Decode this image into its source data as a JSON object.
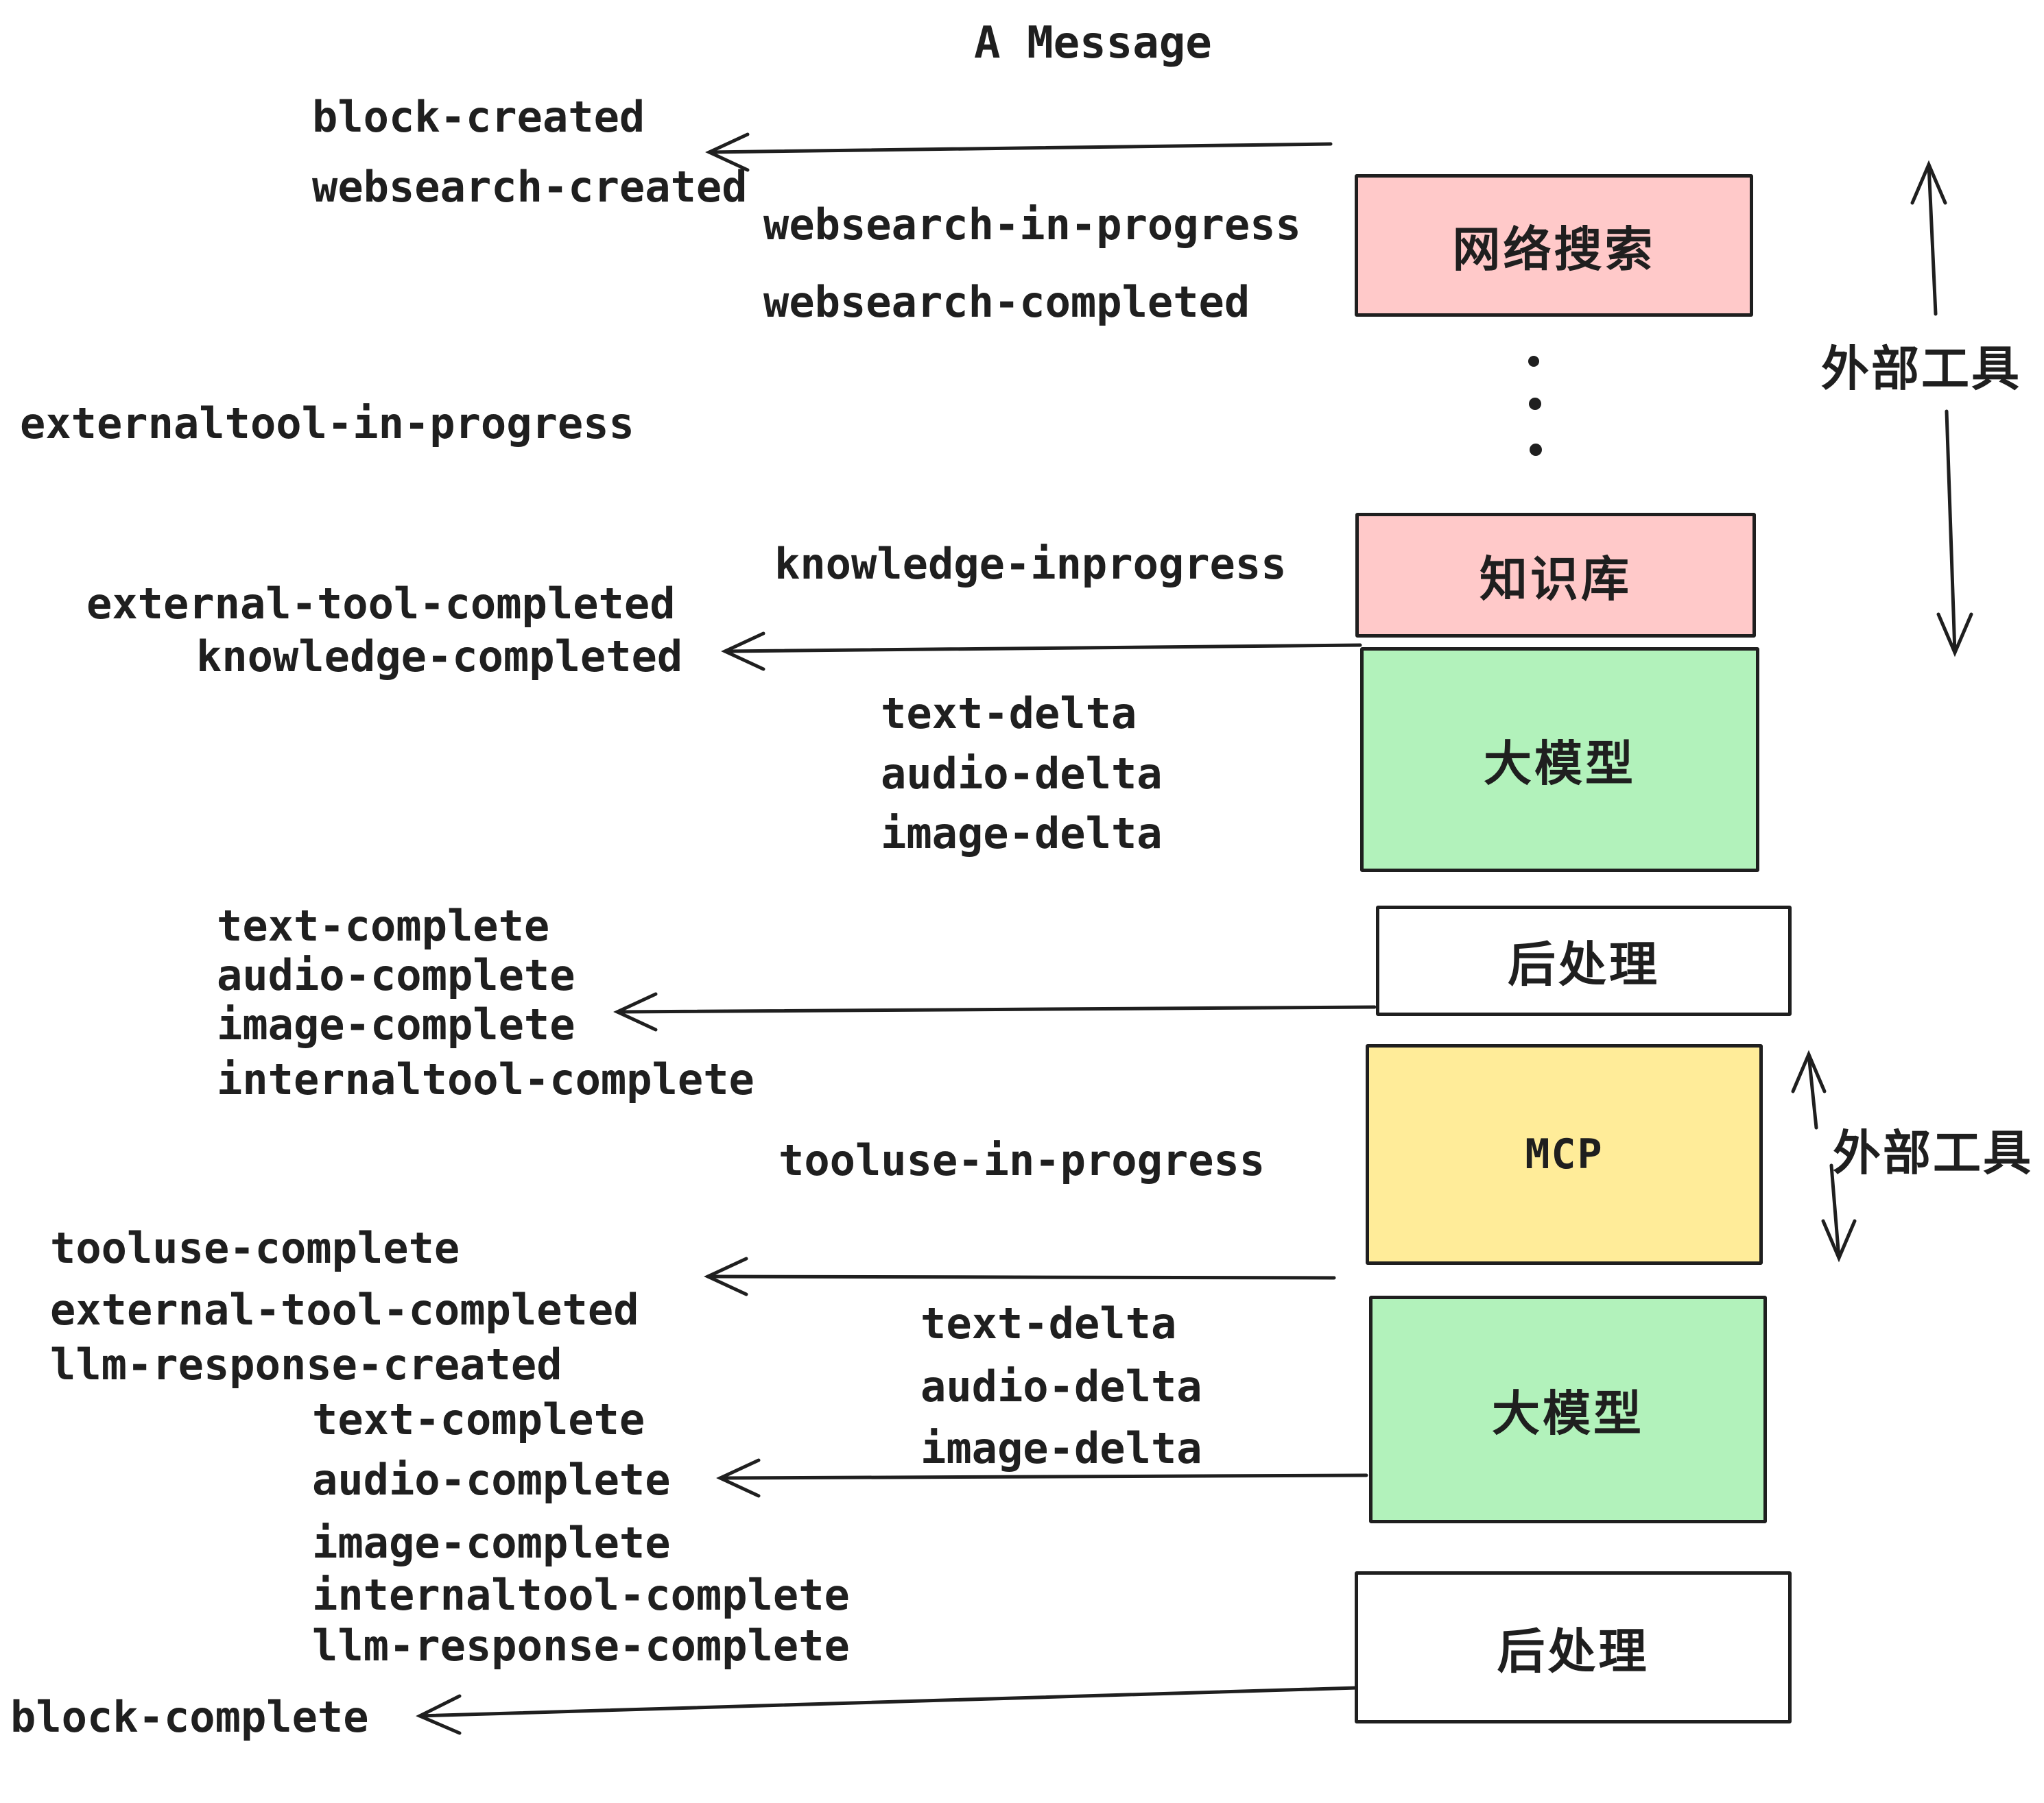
{
  "title": "A Message",
  "colors": {
    "pink": "#FFC9C9",
    "green": "#B2F2BB",
    "yellow": "#FFEC99",
    "white": "#FFFFFF",
    "ink": "#1F1F1F",
    "background": "#FFFFFF"
  },
  "boxes": {
    "websearch": {
      "label": "网络搜索",
      "color": "#FFC9C9"
    },
    "knowledge": {
      "label": "知识库",
      "color": "#FFC9C9"
    },
    "llm1": {
      "label": "大模型",
      "color": "#B2F2BB"
    },
    "post1": {
      "label": "后处理",
      "color": "#FFFFFF"
    },
    "mcp": {
      "label": "MCP",
      "color": "#FFEC99"
    },
    "llm2": {
      "label": "大模型",
      "color": "#B2F2BB"
    },
    "post2": {
      "label": "后处理",
      "color": "#FFFFFF"
    }
  },
  "annotations": {
    "external_tools_top": "外部工具",
    "external_tools_mid": "外部工具"
  },
  "events": {
    "block_created": "block-created",
    "websearch_created": "websearch-created",
    "websearch_in_progress": "websearch-in-progress",
    "websearch_completed": "websearch-completed",
    "externaltool_in_progress": "externaltool-in-progress",
    "knowledge_inprogress": "knowledge-inprogress",
    "external_tool_completed_1": "external-tool-completed",
    "knowledge_completed": "knowledge-completed",
    "text_delta_1": "text-delta",
    "audio_delta_1": "audio-delta",
    "image_delta_1": "image-delta",
    "text_complete_1": "text-complete",
    "audio_complete_1": "audio-complete",
    "image_complete_1": "image-complete",
    "internaltool_complete_1": "internaltool-complete",
    "tooluse_in_progress": "tooluse-in-progress",
    "tooluse_complete": "tooluse-complete",
    "external_tool_completed_2": "external-tool-completed",
    "llm_response_created": "llm-response-created",
    "text_delta_2": "text-delta",
    "audio_delta_2": "audio-delta",
    "image_delta_2": "image-delta",
    "text_complete_2": "text-complete",
    "audio_complete_2": "audio-complete",
    "image_complete_2": "image-complete",
    "internaltool_complete_2": "internaltool-complete",
    "llm_response_complete": "llm-response-complete",
    "block_complete": "block-complete"
  }
}
